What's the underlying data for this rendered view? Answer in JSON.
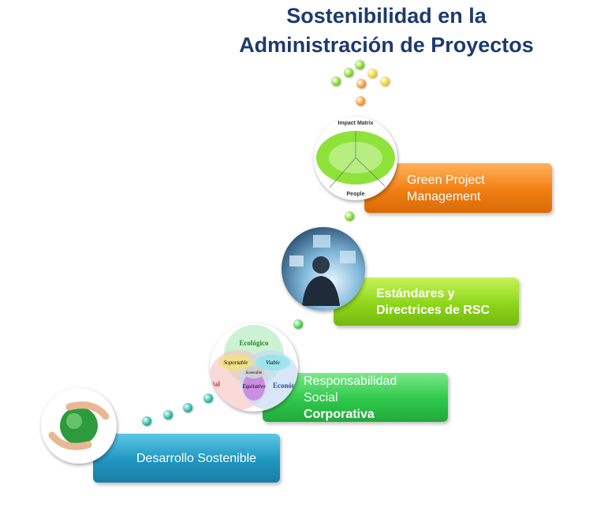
{
  "title": {
    "line1": "Sostenibilidad en la",
    "line2": "Administración de Proyectos"
  },
  "steps": [
    {
      "label": "Desarrollo Sostenible",
      "color": "#2196c0",
      "icon": "globe-hands"
    },
    {
      "label_line1": "Responsabilidad",
      "label_line2_plain": "Social ",
      "label_line2_bold": "Corporativa",
      "color": "#2ec84a",
      "icon": "venn-diagram",
      "venn": {
        "top": "Ecológico",
        "left": "Soportable",
        "right": "Viable",
        "center": "Sostenible",
        "bottom": "Equitativo",
        "social": "Social",
        "economic": "Económico"
      }
    },
    {
      "label_line1": "Estándares y",
      "label_line2": "Directrices de RSC",
      "color": "#8ed61a",
      "icon": "business-person"
    },
    {
      "label_line1": "Green Project",
      "label_line2": "Management",
      "color": "#f07f12",
      "icon": "impact-matrix",
      "matrix": {
        "title": "Impact Matrix",
        "bottom": "People"
      }
    }
  ]
}
